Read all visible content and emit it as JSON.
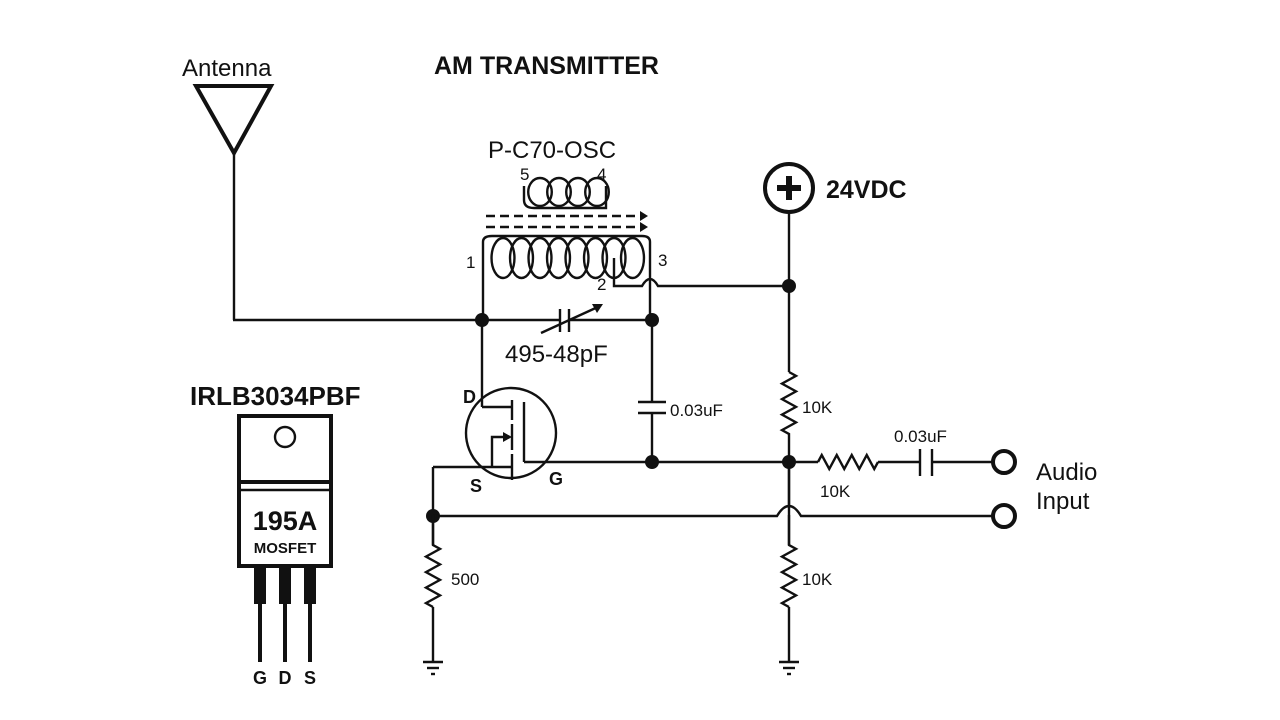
{
  "title": "AM TRANSMITTER",
  "antenna": {
    "label": "Antenna"
  },
  "transformer": {
    "part": "P-C70-OSC",
    "pins": {
      "p1": "1",
      "p2": "2",
      "p3": "3",
      "p4": "4",
      "p5": "5"
    }
  },
  "power": {
    "label": "24VDC",
    "symbol": "+"
  },
  "variable_capacitor": {
    "label": "495-48pF"
  },
  "tank_capacitor": {
    "label": "0.03uF"
  },
  "bias_resistor_top": {
    "label": "10K"
  },
  "bias_resistor_bottom": {
    "label": "10K"
  },
  "input_resistor": {
    "label": "10K"
  },
  "input_capacitor": {
    "label": "0.03uF"
  },
  "source_resistor": {
    "label": "500"
  },
  "mosfet_symbol": {
    "drain": "D",
    "source": "S",
    "gate": "G"
  },
  "audio_input": {
    "line1": "Audio",
    "line2": "Input"
  },
  "package": {
    "part_number": "IRLB3034PBF",
    "rating": "195A",
    "type": "MOSFET",
    "pins": [
      "G",
      "D",
      "S"
    ]
  }
}
